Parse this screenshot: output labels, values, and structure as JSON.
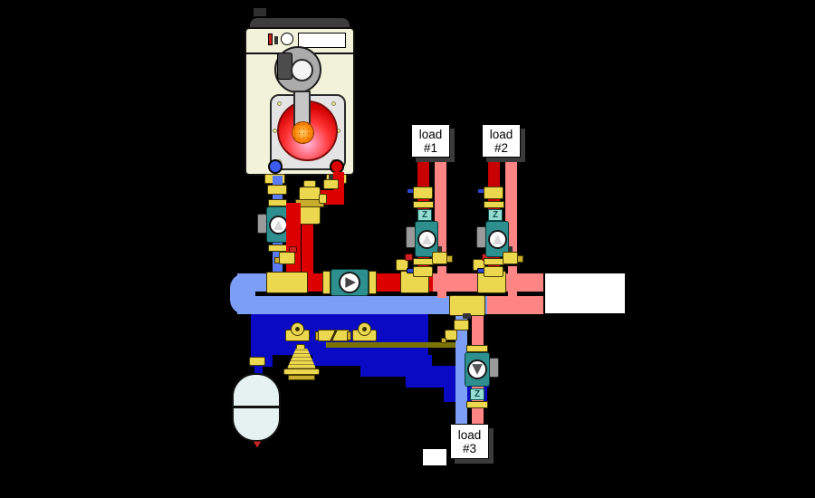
{
  "loads": [
    {
      "line1": "load",
      "line2": "#1"
    },
    {
      "line1": "load",
      "line2": "#2"
    },
    {
      "line1": "load",
      "line2": "#3"
    }
  ],
  "symbols": {
    "check_valve": "Z"
  },
  "colors": {
    "background": "#000000",
    "boiler_body": "#f2f1da",
    "brass": "#ecd84f",
    "supply_hot": "#dd0000",
    "supply_warm": "#ff8585",
    "return_cool": "#7c9ef5",
    "riser_hot": "#c80000",
    "riser_blue": "#5b7bf5",
    "makeup_water": "#0a0ac4",
    "pump_teal": "#2e8f8f",
    "olive_line": "#7b7300",
    "tank": "#e6f2f2"
  }
}
